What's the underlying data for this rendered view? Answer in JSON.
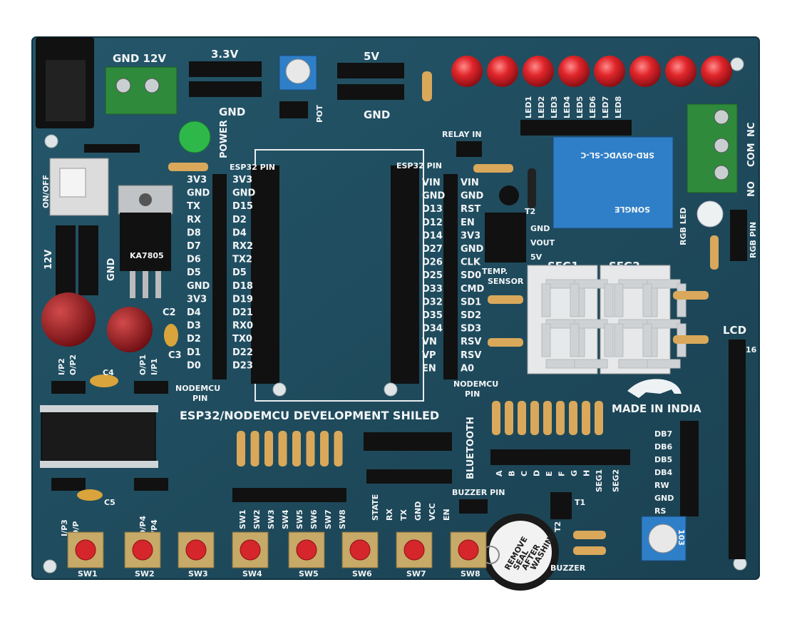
{
  "board": {
    "title": "ESP32/NODEMCU DEVELOPMENT SHILED",
    "made_in": "MADE IN INDIA",
    "colors": {
      "pcb": "#1f4a5a",
      "pcb_edge": "#163a47",
      "silkscreen": "#f2f5f7",
      "led_red": "#e0262b",
      "relay": "#2f7fc8",
      "terminal": "#2f8a3c"
    }
  },
  "power": {
    "gnd12v": "GND 12V",
    "v33": "3.3V",
    "v5": "5V",
    "gnd_a": "GND",
    "gnd_b": "GND",
    "power": "POWER",
    "pot": "POT",
    "onoff": "ON/OFF",
    "v12": "12V",
    "gnd_side": "GND",
    "regulator": "KA7805"
  },
  "relay": {
    "relay_in": "RELAY IN",
    "part": "SRD-05VDC-SL-C",
    "brand": "SONGLE",
    "terminals": [
      "NC",
      "COM",
      "NO"
    ]
  },
  "leds": [
    "LED1",
    "LED2",
    "LED3",
    "LED4",
    "LED5",
    "LED6",
    "LED7",
    "LED8"
  ],
  "rgb": {
    "label": "RGB LED",
    "pins": "RGB PIN"
  },
  "header_left": {
    "title": "ESP32 PIN",
    "pins": [
      "3V3",
      "GND",
      "TX",
      "RX",
      "D8",
      "D7",
      "D6",
      "D5",
      "GND",
      "3V3",
      "D4",
      "D3",
      "D2",
      "D1",
      "D0"
    ],
    "esp": [
      "3V3",
      "GND",
      "D15",
      "D2",
      "D4",
      "RX2",
      "TX2",
      "D5",
      "D18",
      "D19",
      "D21",
      "RX0",
      "TX0",
      "D22",
      "D23"
    ],
    "nodemcu": [
      "NODEMCU",
      "PIN"
    ]
  },
  "header_right": {
    "title": "ESP32 PIN",
    "esp": [
      "VIN",
      "GND",
      "D13",
      "D12",
      "D14",
      "D27",
      "D26",
      "D25",
      "D33",
      "D32",
      "D35",
      "D34",
      "VN",
      "VP",
      "EN"
    ],
    "pins": [
      "VIN",
      "GND",
      "RST",
      "EN",
      "3V3",
      "GND",
      "CLK",
      "SD0",
      "CMD",
      "SD1",
      "SD2",
      "SD3",
      "RSV",
      "RSV",
      "A0"
    ],
    "nodemcu": [
      "NODEMCU",
      "PIN"
    ]
  },
  "temp": {
    "label": [
      "TEMP.",
      "SENSOR"
    ],
    "pins": [
      "GND",
      "VOUT",
      "5V"
    ],
    "t2": "T2"
  },
  "seg": {
    "seg1": "SEG1",
    "seg2": "SEG2",
    "letters": [
      "A",
      "B",
      "C",
      "D",
      "E",
      "F",
      "G",
      "H",
      "SEG1",
      "SEG2"
    ]
  },
  "lcd": {
    "label": "LCD",
    "pins": [
      "DB7",
      "DB6",
      "DB5",
      "DB4",
      "RW",
      "GND",
      "RS"
    ],
    "pot": "103",
    "pin16": "16"
  },
  "io": {
    "ip2": "I/P2",
    "op2": "O/P2",
    "op1": "O/P1",
    "ip1": "I/P1",
    "ip3": "I/P3",
    "op3": "O/P",
    "op4": "O/P4",
    "ip4": "I/P4",
    "c2": "C2",
    "c3": "C3",
    "c4": "C4",
    "c5": "C5"
  },
  "switch_pins": [
    "SW1",
    "SW2",
    "SW3",
    "SW4",
    "SW5",
    "SW6",
    "SW7",
    "SW8"
  ],
  "buttons": [
    "SW1",
    "SW2",
    "SW3",
    "SW4",
    "SW5",
    "SW6",
    "SW7",
    "SW8"
  ],
  "bluetooth": {
    "label": "BLUETOOTH",
    "pins": [
      "STATE",
      "RX",
      "TX",
      "GND",
      "VCC",
      "EN"
    ]
  },
  "buzzer": {
    "pin": "BUZZER PIN",
    "label": "BUZZER",
    "sticker": [
      "REMOVE",
      "SEAL",
      "AFTER",
      "WASHING"
    ],
    "t1": "T1",
    "t2": "T2"
  }
}
